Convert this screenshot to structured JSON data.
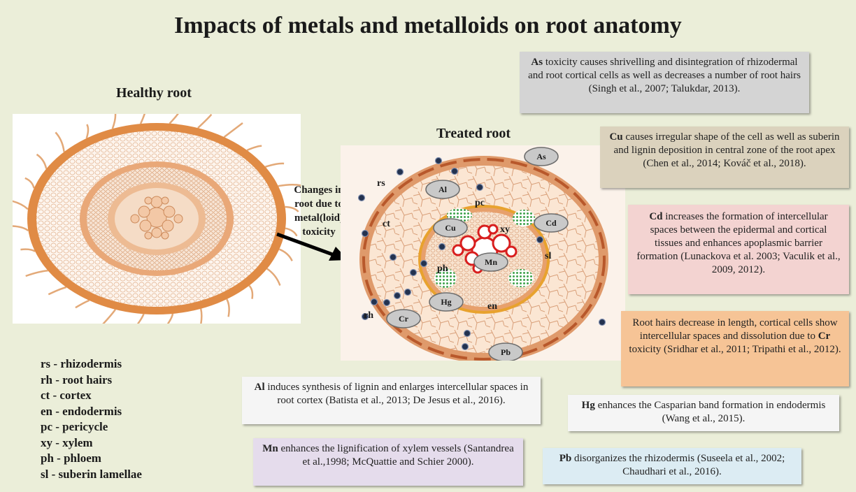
{
  "title": "Impacts of metals and metalloids on root anatomy",
  "healthy_label": "Healthy root",
  "treated_label": "Treated root",
  "arrow_text": [
    "Changes in",
    "root due to",
    "metal(loid)",
    "toxicity"
  ],
  "tissue_labels": {
    "rs": "rs",
    "rh": "rh",
    "ct": "ct",
    "en": "en",
    "pc": "pc",
    "xy": "xy",
    "ph": "ph",
    "sl": "sl"
  },
  "metals": {
    "As": "As",
    "Cu": "Cu",
    "Cd": "Cd",
    "Al": "Al",
    "Mn": "Mn",
    "Hg": "Hg",
    "Cr": "Cr",
    "Pb": "Pb"
  },
  "legend": [
    "rs - rhizodermis",
    "rh - root hairs",
    "ct - cortex",
    "en - endodermis",
    "pc - pericycle",
    "xy - xylem",
    "ph - phloem",
    "sl - suberin lamellae"
  ],
  "boxes": {
    "as": {
      "metal": "As",
      "text": " toxicity causes shrivelling and disintegration of rhizodermal and root cortical cells as well as decreases a number of root hairs (Singh et al., 2007; Talukdar, 2013).",
      "color": "#d4d4d4"
    },
    "cu": {
      "metal": "Cu",
      "text": " causes irregular shape of the cell as well as suberin and lignin deposition in central zone of the root apex (Chen et al., 2014; Kováč et al., 2018).",
      "color": "#dbd2bd"
    },
    "cd": {
      "metal": "Cd",
      "text": " increases the formation of intercellular spaces between the epidermal and cortical tissues and enhances apoplasmic barrier formation (Lunackova et al. 2003; Vaculik et al., 2009, 2012).",
      "color": "#f3d3d1"
    },
    "cr": {
      "prefix": "Root hairs decrease in length, cortical cells show intercellular spaces and dissolution due to ",
      "metal": "Cr",
      "suffix": " toxicity (Sridhar et al., 2011; Tripathi et al., 2012).",
      "color": "#f6c496"
    },
    "al": {
      "metal": "Al",
      "text": " induces synthesis of lignin and enlarges intercellular spaces in root cortex (Batista et al., 2013; De Jesus et al., 2016).",
      "color": "#f5f5f5"
    },
    "hg": {
      "metal": "Hg",
      "text": " enhances the Casparian band formation in endodermis (Wang et al., 2015).",
      "color": "#f5f5f5"
    },
    "mn": {
      "metal": "Mn",
      "text": " enhances the lignification of xylem vessels (Santandrea et al.,1998; McQuattie and Schier 2000).",
      "color": "#e5dcec"
    },
    "pb": {
      "metal": "Pb",
      "text": " disorganizes the rhizodermis (Suseela et al., 2002; Chaudhari et al., 2016).",
      "color": "#dcecf3"
    }
  }
}
